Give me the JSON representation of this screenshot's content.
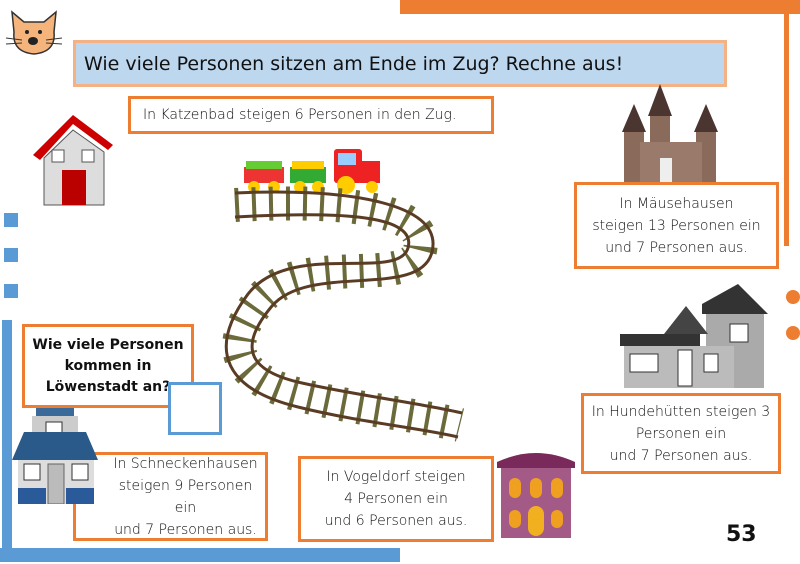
{
  "title": "Wie viele Personen sitzen am Ende im Zug? Rechne aus!",
  "stations": {
    "katzenbad": "In Katzenbad steigen 6 Personen in den Zug.",
    "maeusehausen": [
      "In Mäusehausen",
      "steigen 13 Personen ein",
      "und 7 Personen aus."
    ],
    "hundehuetten": [
      "In Hundehütten steigen 3",
      "Personen ein",
      "und 7 Personen aus."
    ],
    "vogeldorf": [
      "In Vogeldorf steigen",
      "4 Personen ein",
      "und 6 Personen aus."
    ],
    "schneckenhausen": [
      "In Schneckenhausen",
      "steigen 9 Personen ein",
      "und 7 Personen aus."
    ]
  },
  "question": [
    "Wie viele Personen",
    "kommen in",
    "Löwenstadt an?"
  ],
  "answer": "",
  "page_number": "53",
  "colors": {
    "orange": "#ED7D31",
    "blue": "#5B9BD5",
    "title_bg": "#BDD7EE",
    "title_border": "#F4B183"
  }
}
